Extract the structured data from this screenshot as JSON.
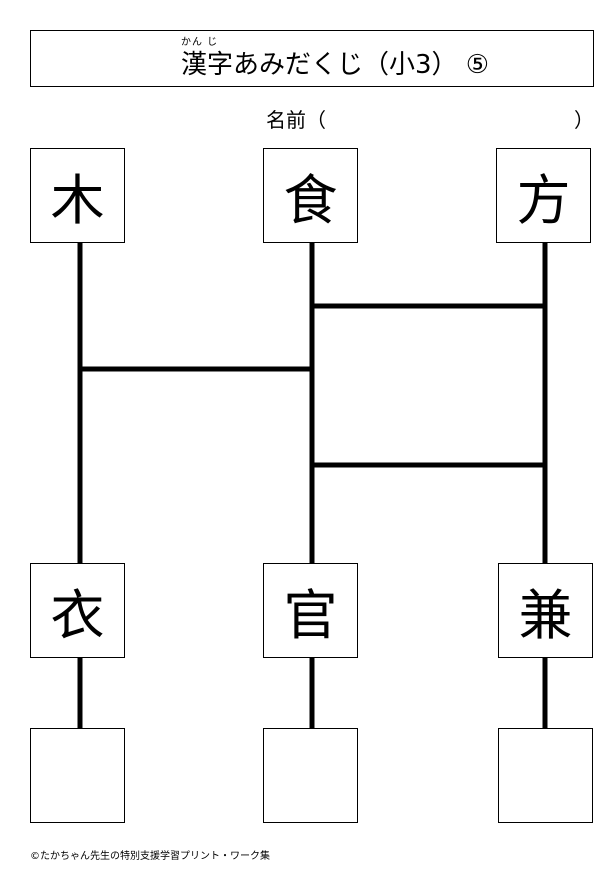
{
  "title": {
    "ruby": "かん じ",
    "text": "漢字あみだくじ（小3） ⑤"
  },
  "name_field": {
    "label": "名前（",
    "close": "）"
  },
  "top_kanji": [
    "木",
    "食",
    "方"
  ],
  "bottom_kanji": [
    "衣",
    "官",
    "兼"
  ],
  "answer_boxes": [
    "",
    "",
    ""
  ],
  "footer": "©たかちゃん先生の特別支援学習プリント・ワーク集"
}
